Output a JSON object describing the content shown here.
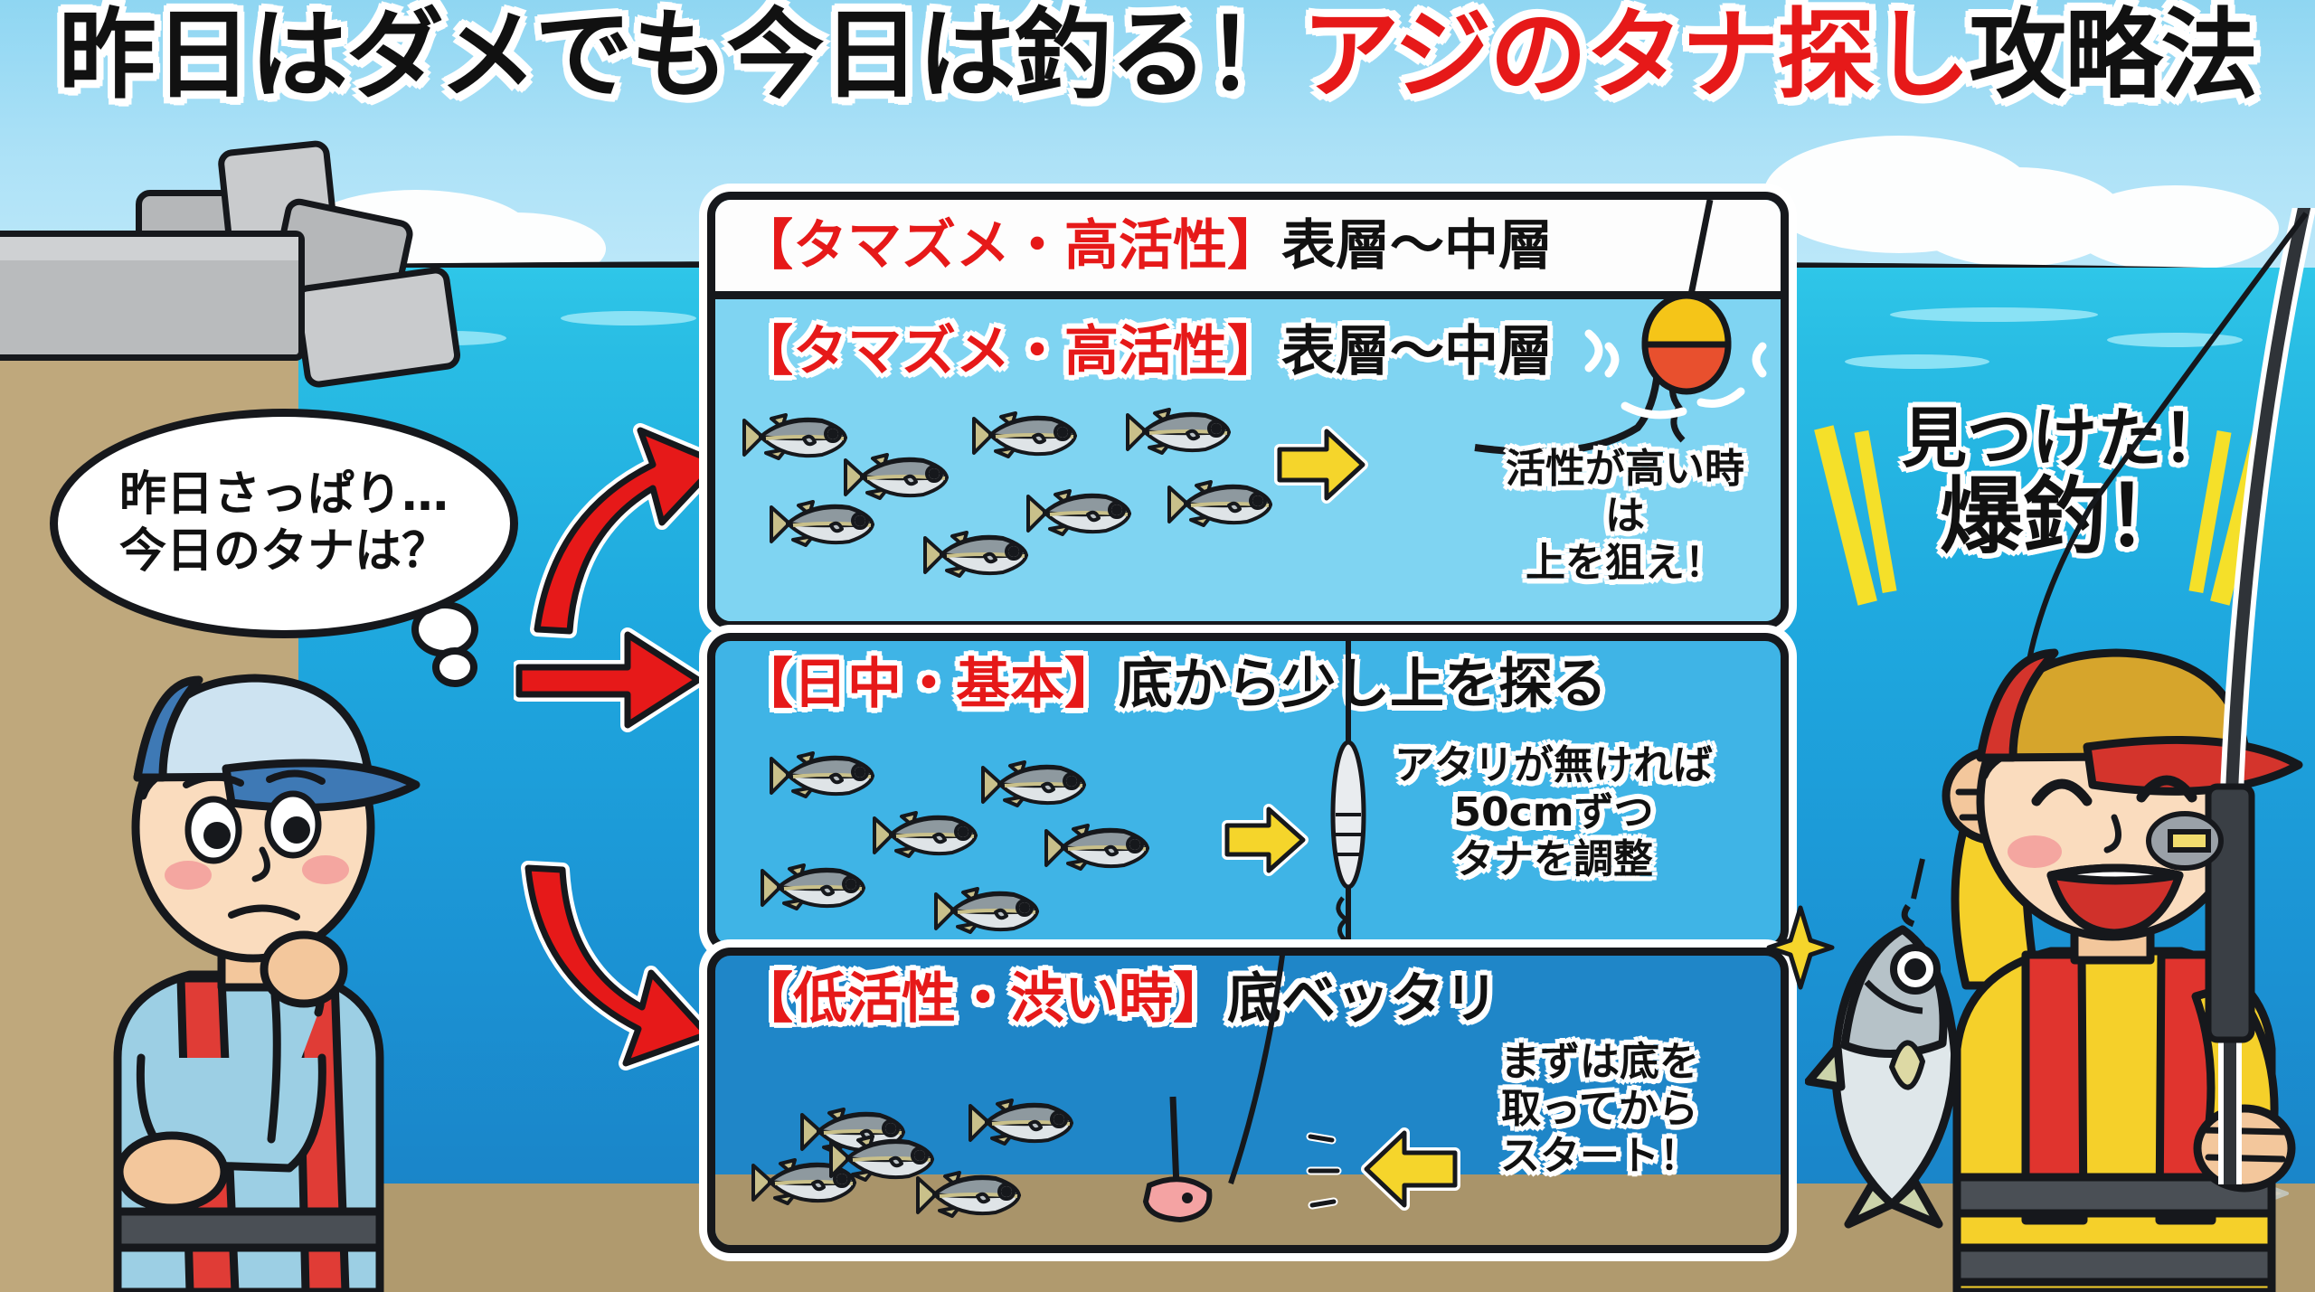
{
  "title": {
    "black_part": "昨日はダメでも今日は釣る！",
    "red_part": "アジのタナ探し",
    "black_tail": "攻略法"
  },
  "left_character": {
    "name": "puzzled-angler",
    "bubble_line1": "昨日さっぱり…",
    "bubble_line2": "今日のタナは？"
  },
  "right_character": {
    "name": "happy-angler",
    "shout_line1": "見つけた！",
    "shout_line2": "爆釣！"
  },
  "panels": [
    {
      "id": "panel1",
      "banner_tag": "【タマズメ・高活性】",
      "banner_body": "表層〜中層",
      "header_tag": "【タマズメ・高活性】",
      "header_body": "表層〜中層",
      "note_line1": "活性が高い時は",
      "note_line2": "上を狙え！",
      "fish_count": 8,
      "tackle": "float-rig",
      "float_top_color": "#f5c518",
      "float_bottom_color": "#e8502e"
    },
    {
      "id": "panel2",
      "header_tag": "【日中・基本】",
      "header_body": "底から少し上を探る",
      "note_line1": "アタリが無ければ",
      "note_line2": "50cmずつ",
      "note_line3": "タナを調整",
      "fish_count": 6,
      "tackle": "sabiki-rig"
    },
    {
      "id": "panel3",
      "header_tag": "【低活性・渋い時】",
      "header_body": "底ベッタリ",
      "note_line1": "まずは底を",
      "note_line2": "取ってから",
      "note_line3": "スタート！",
      "fish_count": 5,
      "tackle": "bottom-sinker"
    }
  ],
  "arrows": {
    "red_up_label": "to-panel1",
    "red_mid_label": "to-panel2",
    "red_down_label": "to-panel3",
    "yellow_color": "#f5d52b",
    "red_color": "#e61919"
  },
  "colors": {
    "sky": "#a8dff4",
    "sea_top": "#2fc6e8",
    "sea_bottom": "#1a7fc4",
    "seabed": "#b09a6e",
    "accent_red": "#e61919",
    "accent_yellow": "#f5d52b",
    "outline": "#16181c"
  }
}
